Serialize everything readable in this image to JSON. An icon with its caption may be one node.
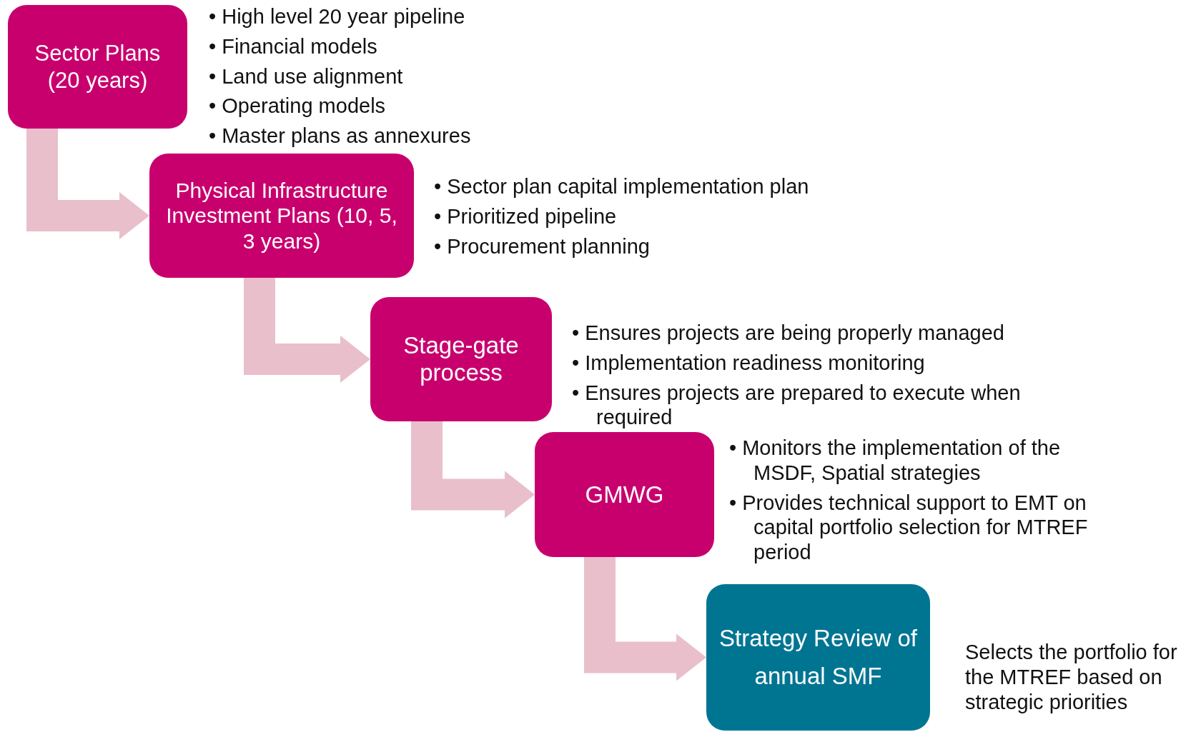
{
  "diagram": {
    "nodes": [
      {
        "text": [
          "Sector Plans (20 years)"
        ],
        "beside": [
          "• High level 20 year pipeline",
          "• Financial models",
          "• Land use alignment",
          "• Operating models",
          "• Master plans as annexures"
        ]
      },
      {
        "text": [
          "Physical Infrastructure Investment Plans (10, 5, 3 years)"
        ],
        "beside": [
          "• Sector plan capital implementation plan",
          "• Prioritized pipeline",
          "• Procurement planning"
        ]
      },
      {
        "text": [
          "Stage-gate process"
        ],
        "beside": [
          "• Ensures projects are being properly managed",
          "• Implementation readiness monitoring",
          "• Ensures projects are prepared to execute when required"
        ]
      },
      {
        "text": [
          "GMWG"
        ],
        "beside": [
          "• Monitors the implementation of the MSDF, Spatial strategies",
          "• Provides technical support to EMT on capital portfolio selection for MTREF period"
        ]
      },
      {
        "text": [
          "Strategy Review of annual SMF"
        ],
        "beside": [
          "Selects the portfolio for the MTREF based on strategic priorities"
        ]
      }
    ],
    "edges": [
      {
        "from": 0,
        "to": 1,
        "arrow": "to"
      },
      {
        "from": 1,
        "to": 2,
        "arrow": "to"
      },
      {
        "from": 2,
        "to": 3,
        "arrow": "to"
      },
      {
        "from": 3,
        "to": 4,
        "arrow": "to"
      }
    ]
  }
}
